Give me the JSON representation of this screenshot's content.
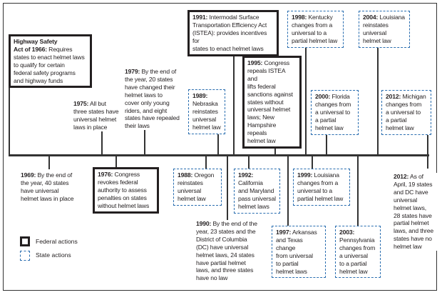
{
  "colors": {
    "federal": "#231f20",
    "state": "#2a6eb0"
  },
  "legend": {
    "federal": "Federal actions",
    "state": "State actions"
  },
  "items": [
    {
      "id": "1966",
      "type": "federal",
      "title": "Highway Safety\nAct of 1966:",
      "text": " Requires\nstates to enact helmet laws\nto qualify for certain\nfederal safety programs\nand highway funds"
    },
    {
      "id": "1975",
      "type": "none",
      "title": "1975:",
      "text": " All but\nthree states have\nuniversal helmet\nlaws in place"
    },
    {
      "id": "1979",
      "type": "none",
      "title": "1979:",
      "text": " By the end of\nthe year, 20 states\nhave changed their\nhelmet laws to\ncover only young\nriders, and eight\nstates have repealed\ntheir laws"
    },
    {
      "id": "1989",
      "type": "state",
      "title": "1989:",
      "text": "\nNebraska\nreinstates\nuniversal\nhelmet law"
    },
    {
      "id": "1991",
      "type": "federal",
      "title": "1991:",
      "text": " Intermodal Surface\nTransportation Efficiency Act\n(ISTEA): provides incentives for\nstates to enact helmet laws"
    },
    {
      "id": "1995",
      "type": "federal",
      "title": "1995:",
      "text": " Congress\nrepeals ISTEA and\nlifts federal\nsanctions against\nstates without\nuniversal helmet\nlaws;  New\nHampshire repeals\nhelmet law"
    },
    {
      "id": "1998",
      "type": "state",
      "title": "1998:",
      "text": " Kentucky\nchanges from a\nuniversal to a\npartial helmet law"
    },
    {
      "id": "2000",
      "type": "state",
      "title": "2000:",
      "text": " Florida\nchanges from\na universal to\na partial\nhelmet law"
    },
    {
      "id": "2004",
      "type": "state",
      "title": "2004:",
      "text": " Louisiana\nreinstates\nuniversal\nhelmet law"
    },
    {
      "id": "2012m",
      "type": "state",
      "title": "2012:",
      "text": " Michigan\nchanges from\na universal to\na partial\nhelmet law"
    },
    {
      "id": "1969",
      "type": "none",
      "title": "1969:",
      "text": " By the end of\nthe year, 40 states\nhave universal\nhelmet laws in place"
    },
    {
      "id": "1976",
      "type": "federal",
      "title": "1976:",
      "text": " Congress\nrevokes federal\nauthority to assess\npenalties on states\nwithout helmet laws"
    },
    {
      "id": "1988",
      "type": "state",
      "title": "1988:",
      "text": " Oregon\nreinstates\nuniversal\nhelmet law"
    },
    {
      "id": "1990",
      "type": "none",
      "title": "1990:",
      "text": " By the end of the\nyear, 23 states and the\nDistrict of Columbia\n(DC) have universal\nhelmet laws, 24 states\nhave partial helmet\nlaws, and three states\nhave no law"
    },
    {
      "id": "1992",
      "type": "state",
      "title": "1992:",
      "text": "\nCalifornia\nand Maryland\npass universal\nhelmet laws"
    },
    {
      "id": "1997",
      "type": "state",
      "title": "1997:",
      "text": " Arkansas\nand Texas change\nfrom universal\nto partial\nhelmet laws"
    },
    {
      "id": "1999",
      "type": "state",
      "title": "1999:",
      "text": " Louisiana\nchanges from a\nuniversal to a\npartial helmet law"
    },
    {
      "id": "2003",
      "type": "state",
      "title": "2003:",
      "text": "\nPennsylvania\nchanges from\na universal\nto a partial\nhelmet law"
    },
    {
      "id": "2012",
      "type": "none",
      "title": "2012:",
      "text": " As of\nApril, 19 states\nand DC have\nuniversal\nhelmet laws,\n28 states have\npartial helmet\nlaws, and three\nstates have no\nhelmet law"
    }
  ]
}
